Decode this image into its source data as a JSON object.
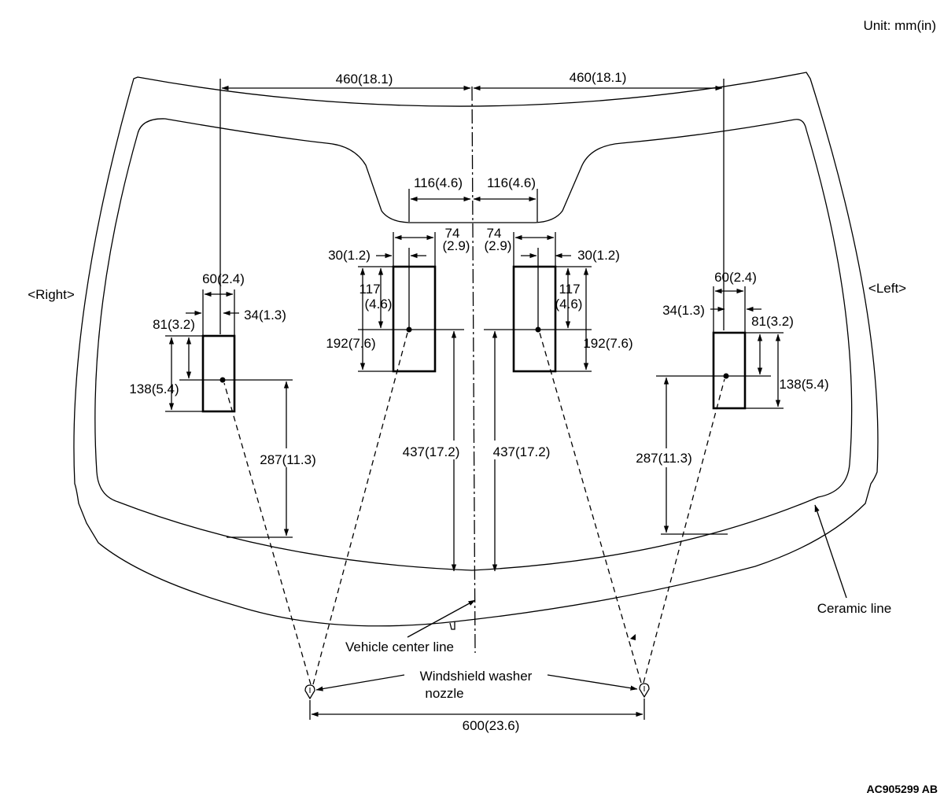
{
  "unit_label": "Unit: mm(in)",
  "side_right": "<Right>",
  "side_left": "<Left>",
  "top_dims": {
    "right": "460(18.1)",
    "left": "460(18.1)"
  },
  "inner_dims": {
    "right": "116(4.6)",
    "left": "116(4.6)"
  },
  "center_spots": {
    "width_a": "74",
    "width_b": "(2.9)",
    "offset": "30(1.2)",
    "height_a": "117",
    "height_b": "(4.6)",
    "total_height": "192(7.6)",
    "from_bottom": "437(17.2)"
  },
  "outer_spots": {
    "width": "60(2.4)",
    "offset": "34(1.3)",
    "height_a": "81(3.2)",
    "total_height": "138(5.4)",
    "from_bottom": "287(11.3)"
  },
  "labels": {
    "ceramic_line": "Ceramic line",
    "vehicle_center_line": "Vehicle center line",
    "washer_nozzle_a": "Windshield washer",
    "washer_nozzle_b": "nozzle",
    "nozzle_spacing": "600(23.6)"
  },
  "figure_code": "AC905299 AB"
}
